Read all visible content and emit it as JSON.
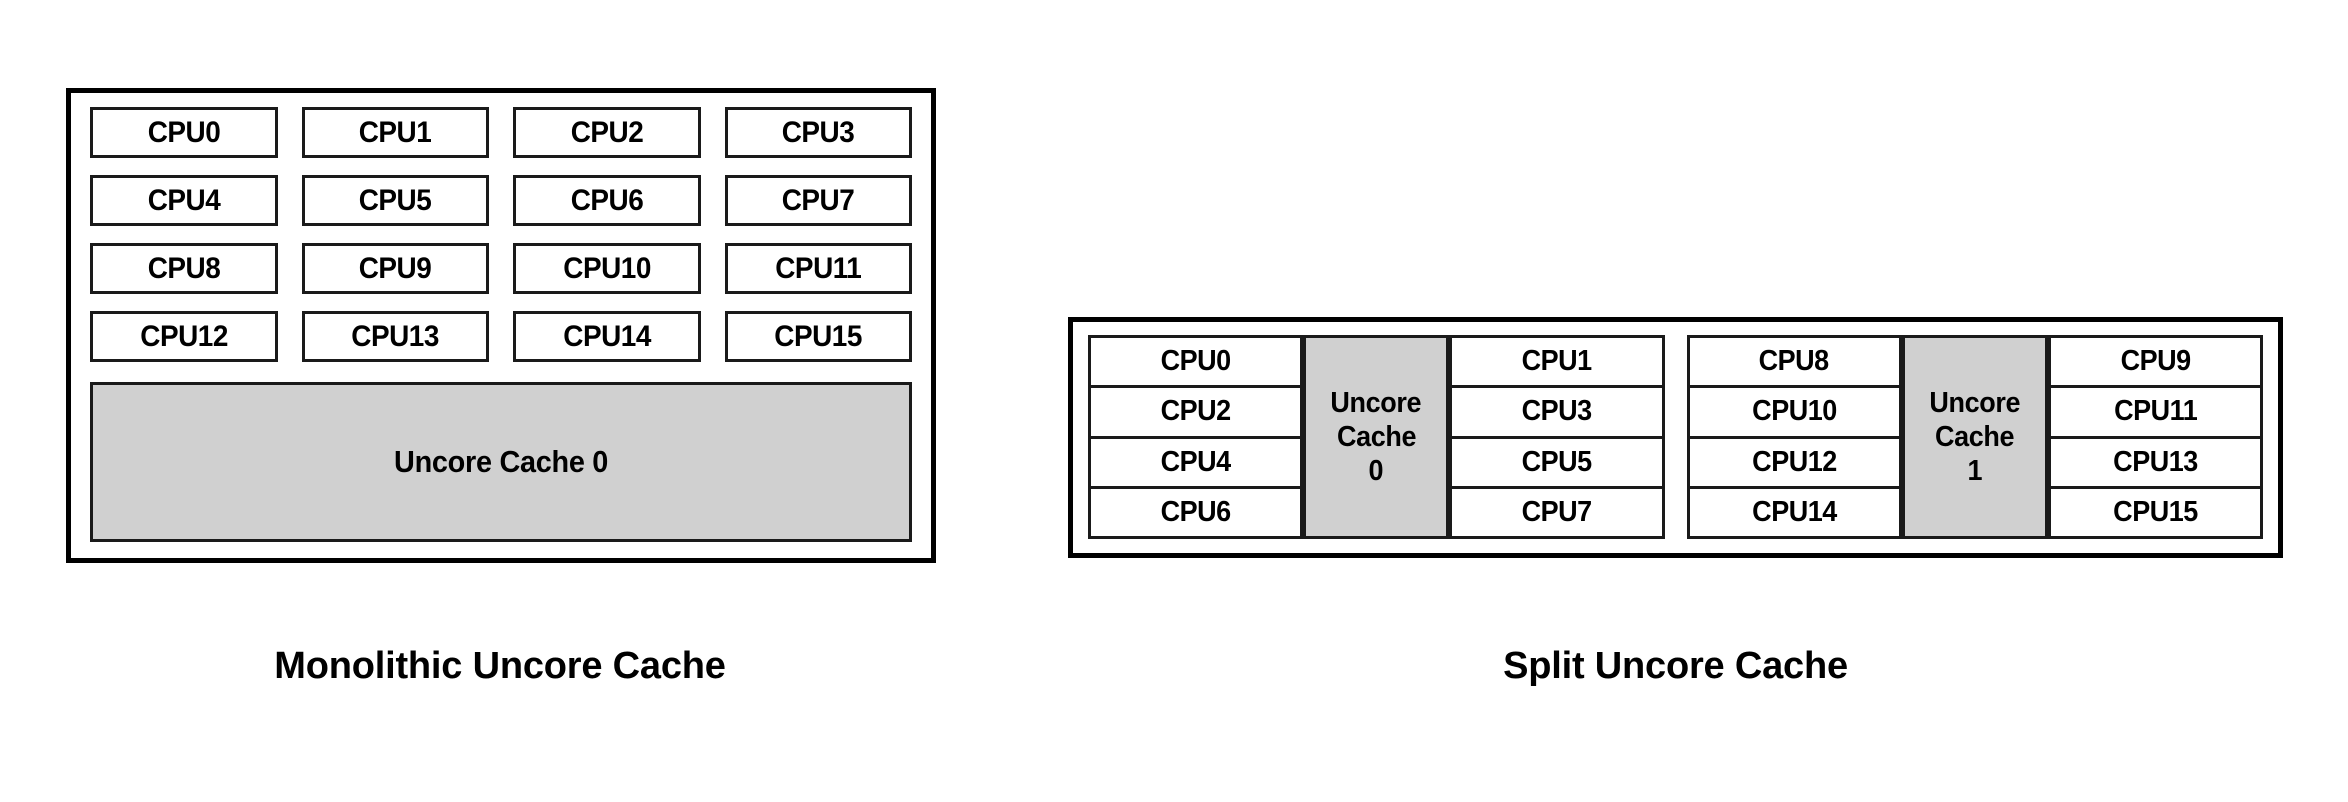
{
  "diagrams": [
    {
      "id": "monolithic",
      "caption": "Monolithic Uncore Cache",
      "rows": [
        [
          "CPU0",
          "CPU1",
          "CPU2",
          "CPU3"
        ],
        [
          "CPU4",
          "CPU5",
          "CPU6",
          "CPU7"
        ],
        [
          "CPU8",
          "CPU9",
          "CPU10",
          "CPU11"
        ],
        [
          "CPU12",
          "CPU13",
          "CPU14",
          "CPU15"
        ]
      ],
      "cache": "Uncore Cache 0"
    },
    {
      "id": "split",
      "caption": "Split Uncore Cache",
      "clusters": [
        {
          "left_column": [
            "CPU0",
            "CPU2",
            "CPU4",
            "CPU6"
          ],
          "cache_line1": "Uncore",
          "cache_line2": "Cache",
          "cache_line3": "0",
          "right_column": [
            "CPU1",
            "CPU3",
            "CPU5",
            "CPU7"
          ]
        },
        {
          "left_column": [
            "CPU8",
            "CPU10",
            "CPU12",
            "CPU14"
          ],
          "cache_line1": "Uncore",
          "cache_line2": "Cache",
          "cache_line3": "1",
          "right_column": [
            "CPU9",
            "CPU11",
            "CPU13",
            "CPU15"
          ]
        }
      ]
    }
  ],
  "colors": {
    "cache_fill": "#d0d0d0",
    "border": "#1a1a1a",
    "outer_border": "#000000",
    "background": "#ffffff",
    "text": "#000000"
  }
}
